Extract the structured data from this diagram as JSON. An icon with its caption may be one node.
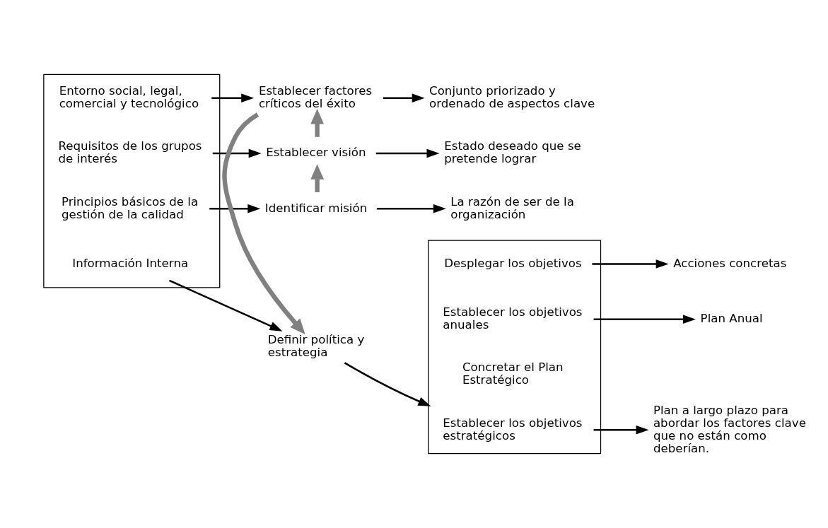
{
  "diagram": {
    "nodes": [
      {
        "text": [],
        "shape": "box"
      },
      {
        "text": [
          "Principios básicos de la gestión de la calidad"
        ],
        "in": 0
      },
      {
        "text": [
          "Requisitos de los grupos de interés"
        ],
        "in": 0
      },
      {
        "text": [
          "Entorno social, legal, comercial y tecnológico"
        ],
        "in": 0
      },
      {
        "text": [
          "Información Interna"
        ],
        "in": 0
      },
      {
        "text": [
          "Identificar misión"
        ]
      },
      {
        "text": [
          "La razón de ser de la organización"
        ]
      },
      {
        "text": [
          "Establecer visión"
        ]
      },
      {
        "text": [
          "Estado deseado que se pretende lograr"
        ]
      },
      {
        "text": [
          "Establecer factores críticos del éxito"
        ]
      },
      {
        "text": [
          "Conjunto priorizado y ordenado de aspectos clave"
        ]
      },
      {
        "text": [
          "Definir política y estrategia"
        ]
      },
      {
        "text": [],
        "shape": "box"
      },
      {
        "text": [
          "Establecer los objetivos estratégicos"
        ],
        "in": 12
      },
      {
        "text": [
          "Concretar el Plan Estratégico"
        ],
        "in": 12
      },
      {
        "text": [
          "Establecer los objetivos anuales"
        ],
        "in": 12
      },
      {
        "text": [
          "Desplegar los objetivos"
        ],
        "in": 12
      },
      {
        "text": [
          "Plan a largo plazo para abordar los factores clave que no están como deberían."
        ]
      },
      {
        "text": [
          "Plan Anual"
        ]
      },
      {
        "text": [
          "Acciones concretas"
        ]
      }
    ],
    "edges": [
      {
        "from": 1,
        "to": 5,
        "arrow": "to"
      },
      {
        "from": 5,
        "to": 6,
        "arrow": "to"
      },
      {
        "from": 2,
        "to": 7,
        "arrow": "to"
      },
      {
        "from": 7,
        "to": 8,
        "arrow": "to"
      },
      {
        "from": 3,
        "to": 9,
        "arrow": "to"
      },
      {
        "from": 9,
        "to": 10,
        "arrow": "to"
      },
      {
        "from": 4,
        "to": 11,
        "arrow": "to"
      },
      {
        "from": 11,
        "to": 12,
        "arrow": "to"
      },
      {
        "from": 5,
        "to": 7,
        "arrow": "to",
        "style": "thick",
        "color": "#808080"
      },
      {
        "from": 7,
        "to": 9,
        "arrow": "to",
        "style": "thick",
        "color": "#808080"
      },
      {
        "from": 9,
        "to": 11,
        "arrow": "to",
        "style": "thick",
        "color": "#808080"
      },
      {
        "from": 13,
        "to": 17,
        "arrow": "to"
      },
      {
        "from": 15,
        "to": 18,
        "arrow": "to"
      },
      {
        "from": 16,
        "to": 19,
        "arrow": "to"
      }
    ]
  }
}
